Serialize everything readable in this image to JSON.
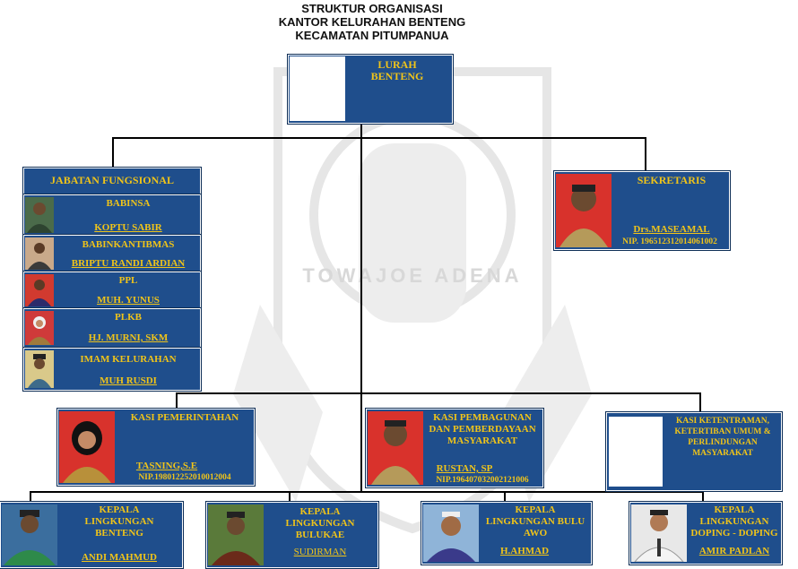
{
  "header": {
    "line1": "STRUKTUR ORGANISASI",
    "line2": "KANTOR KELURAHAN BENTENG",
    "line3": "KECAMATAN PITUMPANUA"
  },
  "watermark": {
    "text": "TOWAJOE ADENA"
  },
  "lurah": {
    "title": "LURAH\nBENTENG"
  },
  "fungsional": {
    "heading": "JABATAN FUNGSIONAL",
    "items": [
      {
        "role": "BABINSA",
        "name": "KOPTU SABIR"
      },
      {
        "role": "BABINKANTIBMAS",
        "name": "BRIPTU RANDI ARDIAN"
      },
      {
        "role": "PPL",
        "name": "MUH. YUNUS"
      },
      {
        "role": "PLKB",
        "name": "HJ. MURNI, SKM"
      },
      {
        "role": "IMAM KELURAHAN",
        "name": "MUH RUSDI"
      }
    ]
  },
  "sekretaris": {
    "title": "SEKRETARIS",
    "name": "Drs.MASEAMAL",
    "nip": "NIP. 196512312014061002"
  },
  "kasi": [
    {
      "title": "KASI  PEMERINTAHAN",
      "name": "TASNING,S.E",
      "nip": "NIP.198012252010012004"
    },
    {
      "title": "KASI  PEMBAGUNAN\nDAN PEMBERDAYAAN\nMASYARAKAT",
      "name": "RUSTAN, SP",
      "nip": "NIP.196407032002121006"
    },
    {
      "title": "KASI KETENTRAMAN,\nKETERTIBAN UMUM &\nPERLINDUNGAN\nMASYARAKAT"
    }
  ],
  "lingkungan": [
    {
      "title": "KEPALA\nLINGKUNGAN\nBENTENG",
      "name": "ANDI MAHMUD"
    },
    {
      "title": "KEPALA\nLINGKUNGAN\nBULUKAE",
      "name": "SUDIRMAN"
    },
    {
      "title": "KEPALA\nLINGKUNGAN BULU\nAWO",
      "name": "H.AHMAD"
    },
    {
      "title": "KEPALA\nLINGKUNGAN\nDOPING - DOPING",
      "name": "AMIR PADLAN"
    }
  ]
}
